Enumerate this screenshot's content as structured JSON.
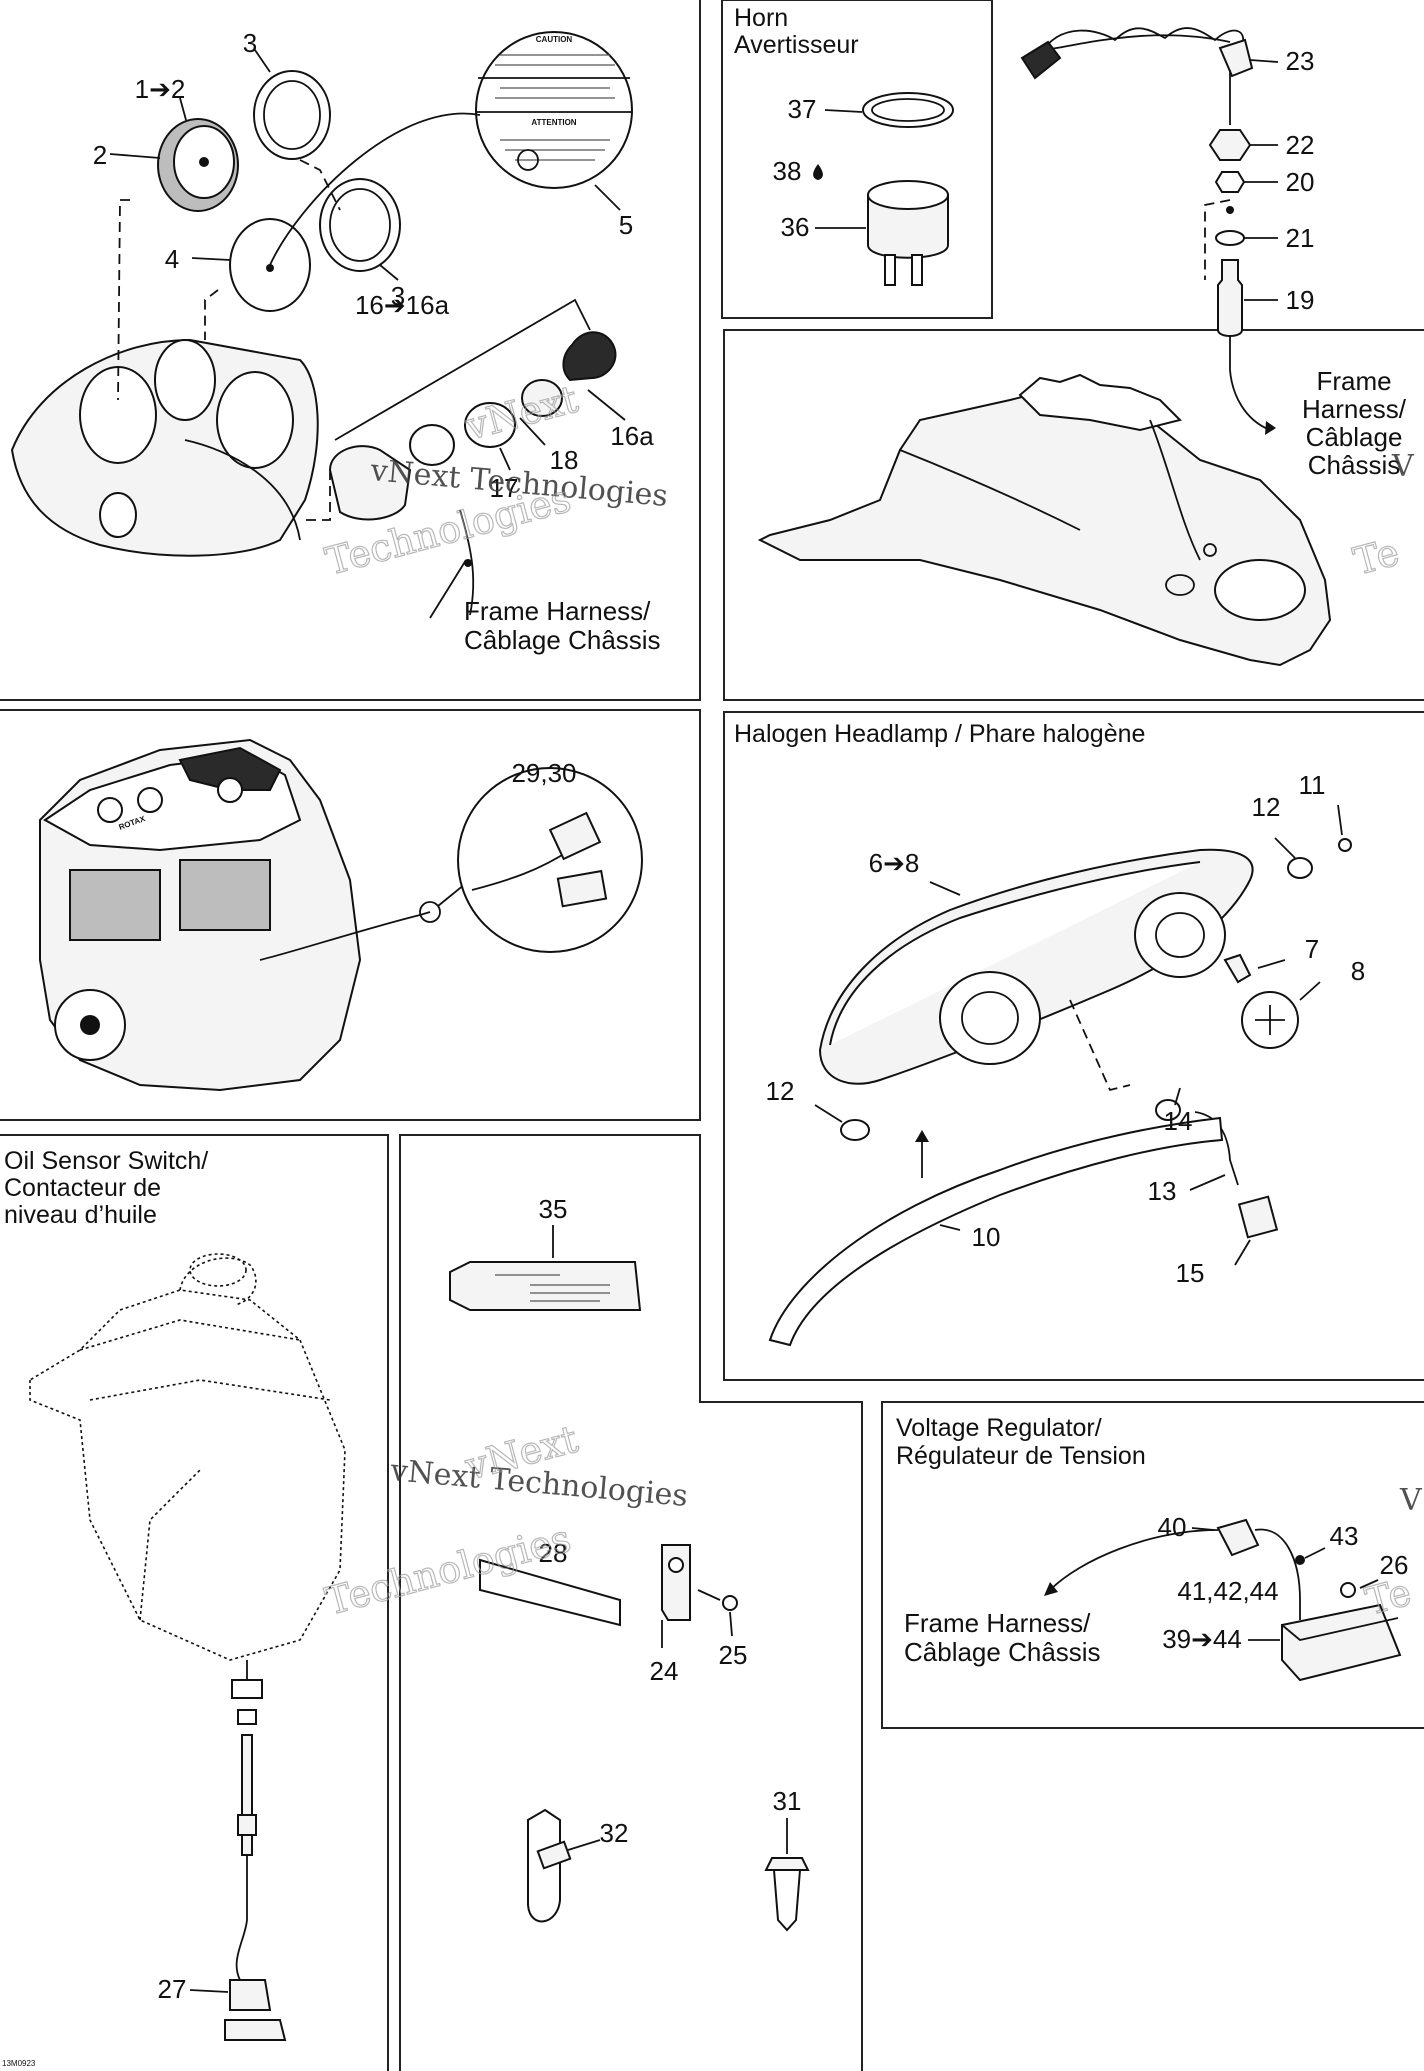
{
  "panels": {
    "horn": {
      "title_line1": "Horn",
      "title_line2": "Avertisseur"
    },
    "headlamp": {
      "title": "Halogen Headlamp / Phare halogène"
    },
    "oil": {
      "title_line1": "Oil Sensor Switch/",
      "title_line2": "Contacteur de",
      "title_line3": "niveau d’huile"
    },
    "regulator": {
      "title_line1": "Voltage Regulator/",
      "title_line2": "Régulateur de Tension"
    }
  },
  "harness": {
    "gauge_line1": "Frame Harness/",
    "gauge_line2": "Câblage Châssis",
    "cable_line1": "Frame",
    "cable_line2": "Harness/",
    "cable_line3": "Câblage",
    "cable_line4": "Châssis",
    "reg_line1": "Frame Harness/",
    "reg_line2": "Câblage Châssis"
  },
  "callouts": {
    "c1": "1➔2",
    "c2": "2",
    "c3a": "3",
    "c3b": "3",
    "c4": "4",
    "c5": "5",
    "c16": "16➔16a",
    "c16a": "16a",
    "c17": "17",
    "c18": "18",
    "c19": "19",
    "c20": "20",
    "c21": "21",
    "c22": "22",
    "c23": "23",
    "c24": "24",
    "c25": "25",
    "c26": "26",
    "c27": "27",
    "c28": "28",
    "c2930": "29,30",
    "c31": "31",
    "c32": "32",
    "c35": "35",
    "c36": "36",
    "c37": "37",
    "c38": "38",
    "c6": "6➔8",
    "c7": "7",
    "c8": "8",
    "c10": "10",
    "c11": "11",
    "c12a": "12",
    "c12b": "12",
    "c13": "13",
    "c14": "14",
    "c15": "15",
    "c40": "40",
    "c414244": "41,42,44",
    "c43": "43",
    "c3944": "39➔44"
  },
  "decal": {
    "caution": "CAUTION",
    "attention": "ATTENTION"
  },
  "engine": {
    "brand": "ROTAX"
  },
  "watermarks": {
    "w1": "vNext Technologies",
    "w2": "Technologies",
    "w3": "vNext",
    "w4": "vNext Technologies",
    "w5": "Technologies",
    "w6": "vNext",
    "w7": "Te",
    "w8": "Te",
    "w9": "V",
    "w10": "V"
  },
  "footer": {
    "code": "13M0923"
  }
}
